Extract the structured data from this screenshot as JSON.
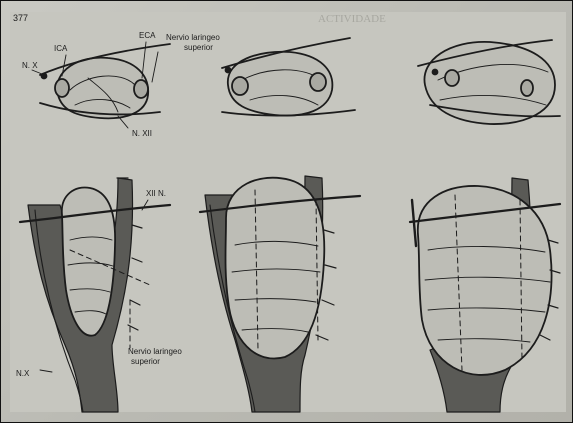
{
  "page_number": "377",
  "bleed_heading": "ACTIVIDADE",
  "top_labels": {
    "nx": "N. X",
    "ica": "ICA",
    "eca": "ECA",
    "nervio_line1": "Nervio laringeo",
    "nervio_line2": "superior",
    "nxii": "N. XII"
  },
  "bottom_labels": {
    "xii": "XII N.",
    "nervio_line1": "Nervio laringeo",
    "nervio_line2": "superior",
    "nx": "N.X"
  },
  "colors": {
    "ink": "#1c1c1c",
    "paper": "#c4c4bd",
    "vessel": "#5a5a56"
  }
}
